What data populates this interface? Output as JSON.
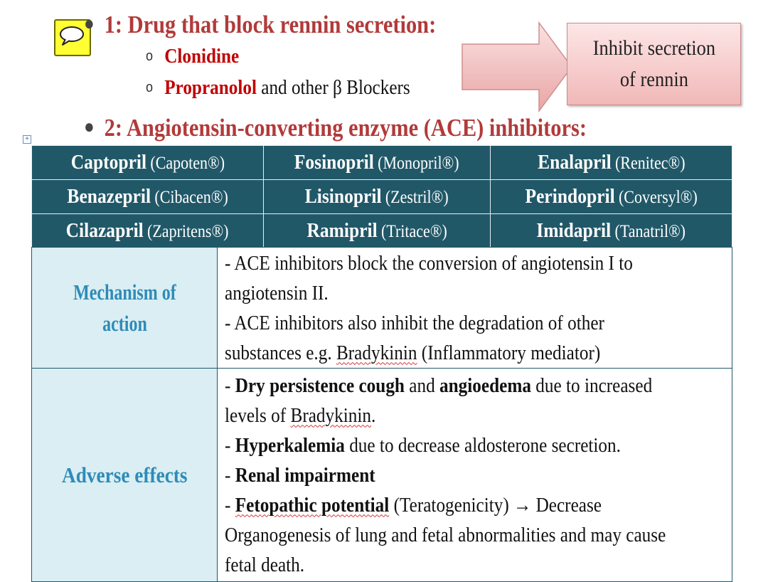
{
  "bullets": {
    "b1_title": "1: Drug that block rennin secretion:",
    "b1_items": [
      {
        "name": "Clonidine",
        "rest": ""
      },
      {
        "name": "Propranolol",
        "rest": " and other β Blockers"
      }
    ],
    "b2_title": "2: Angiotensin-converting enzyme (ACE) inhibitors:"
  },
  "callout": {
    "line1": "Inhibit secretion",
    "line2": "of rennin"
  },
  "drugs": {
    "rows": [
      [
        {
          "generic": "Captopril",
          "brand": "(Capoten®)"
        },
        {
          "generic": "Fosinopril",
          "brand": "(Monopril®)"
        },
        {
          "generic": "Enalapril",
          "brand": "(Renitec®)"
        }
      ],
      [
        {
          "generic": "Benazepril",
          "brand": "(Cibacen®)"
        },
        {
          "generic": "Lisinopril",
          "brand": "(Zestril®)"
        },
        {
          "generic": "Perindopril",
          "brand": "(Coversyl®)"
        }
      ],
      [
        {
          "generic": "Cilazapril",
          "brand": "(Zapritens®)"
        },
        {
          "generic": "Ramipril",
          "brand": "(Tritace®)"
        },
        {
          "generic": "Imidapril",
          "brand": "(Tanatril®)"
        }
      ]
    ]
  },
  "mechanism": {
    "label_l1": "Mechanism of",
    "label_l2": "action",
    "line1": "- ACE inhibitors block the conversion of angiotensin I to",
    "line2": "angiotensin II.",
    "line3": "- ACE inhibitors also inhibit the degradation of other",
    "line4_pre": "substances e.g. ",
    "line4_word": "Bradykinin",
    "line4_post": " (Inflammatory mediator)"
  },
  "adverse": {
    "label": "Adverse effects",
    "l1_dash": "- ",
    "l1_b1": "Dry persistence cough",
    "l1_mid": " and ",
    "l1_b2": "angioedema",
    "l1_post": " due to increased",
    "l2_pre": "levels of ",
    "l2_word": "Bradykinin",
    "l2_post": ".",
    "l3_dash": "- ",
    "l3_b": "Hyperkalemia",
    "l3_post": "  due to decrease aldosterone secretion.",
    "l4_dash": "- ",
    "l4_b": "Renal impairment",
    "l5_dash": "- ",
    "l5_b": "Fetopathic potential",
    "l5_post": " (Teratogenicity) → Decrease",
    "l6": "Organogenesis of lung and fetal abnormalities and may cause",
    "l7": "fetal death."
  }
}
